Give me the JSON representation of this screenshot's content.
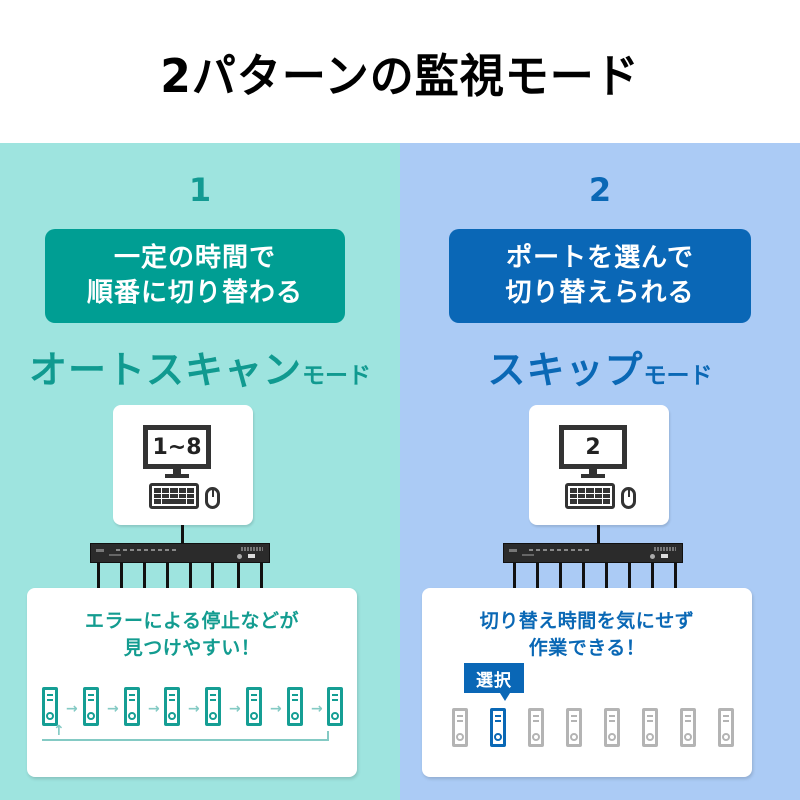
{
  "header": {
    "title": "2パターンの監視モード"
  },
  "colors": {
    "left_bg": "#9ee4df",
    "right_bg": "#abcbf5",
    "teal_accent": "#009e93",
    "blue_accent": "#0a67b6",
    "inactive_server": "#b4b4b4"
  },
  "modes": [
    {
      "number": "1",
      "badge_line1": "一定の時間で",
      "badge_line2": "順番に切り替わる",
      "title_main": "オートスキャン",
      "title_suffix": "モード",
      "monitor_label": "1~8",
      "info_line1": "エラーによる停止などが",
      "info_line2": "見つけやすい！",
      "server_count": 8,
      "flow_arrow": "→",
      "loop_arrow": "↑"
    },
    {
      "number": "2",
      "badge_line1": "ポートを選んで",
      "badge_line2": "切り替えられる",
      "title_main": "スキップ",
      "title_suffix": "モード",
      "monitor_label": "2",
      "info_line1": "切り替え時間を気にせず",
      "info_line2": "作業できる！",
      "select_label": "選択",
      "server_count": 8,
      "selected_index": 2
    }
  ]
}
